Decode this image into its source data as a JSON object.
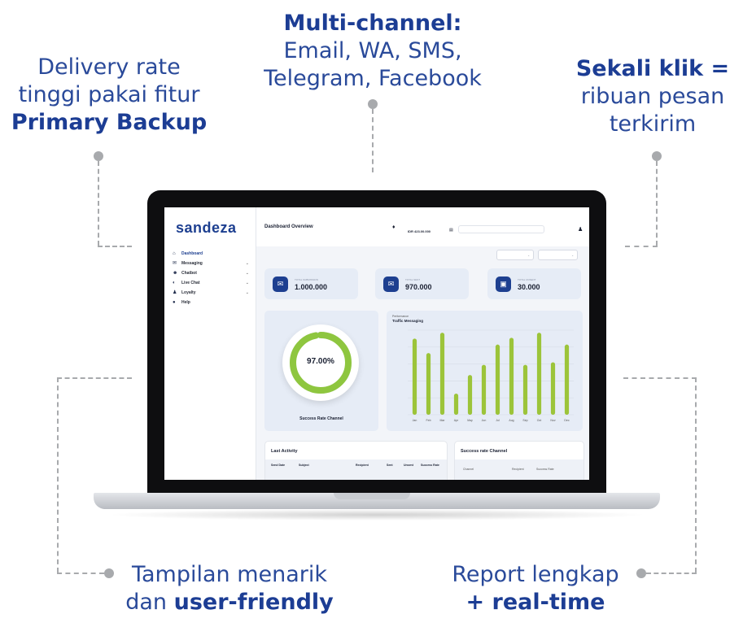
{
  "callouts": {
    "top_left": {
      "line1": "Delivery rate",
      "line2": "tinggi pakai fitur",
      "bold": "Primary Backup"
    },
    "top_center": {
      "bold": "Multi-channel:",
      "line1": "Email, WA, SMS,",
      "line2": "Telegram, Facebook"
    },
    "top_right": {
      "bold": "Sekali klik =",
      "line1": "ribuan pesan",
      "line2": "terkirim"
    },
    "bottom_left": {
      "line1": "Tampilan menarik",
      "prefix": "dan ",
      "bold": "user-friendly"
    },
    "bottom_right": {
      "line1": "Report lengkap",
      "bold": "+ real-time"
    }
  },
  "dashboard": {
    "logo": "sandeza",
    "nav": [
      {
        "label": "Dashboard",
        "icon": "home-icon",
        "glyph": "⌂",
        "has_chevron": false,
        "active": true
      },
      {
        "label": "Messaging",
        "icon": "envelope-icon",
        "glyph": "✉",
        "has_chevron": true,
        "active": false
      },
      {
        "label": "Chatbot",
        "icon": "bot-icon",
        "glyph": "☻",
        "has_chevron": true,
        "active": false
      },
      {
        "label": "Live Chat",
        "icon": "chat-icon",
        "glyph": "◐",
        "has_chevron": true,
        "active": false
      },
      {
        "label": "Loyalty",
        "icon": "user-icon",
        "glyph": "♟",
        "has_chevron": true,
        "active": false
      },
      {
        "label": "Help",
        "icon": "help-icon",
        "glyph": "●",
        "has_chevron": false,
        "active": false
      }
    ],
    "header": {
      "title": "Dashboard Overview",
      "credit": "IDR 423.00.000"
    },
    "cards": [
      {
        "label": "TOTAL SUBMISSION",
        "value": "1.000.000",
        "icon": "envelope-icon",
        "glyph": "✉"
      },
      {
        "label": "TOTAL SENT",
        "value": "970.000",
        "icon": "inbox-icon",
        "glyph": "✉"
      },
      {
        "label": "TOTAL UNSENT",
        "value": "30.000",
        "icon": "calendar-icon",
        "glyph": "▣"
      }
    ],
    "success_rate": {
      "value_text": "97.00%",
      "fraction": 0.97,
      "label": "Success Rate Channel"
    },
    "performance": {
      "label": "Performance",
      "title": "Traffic Messaging"
    },
    "last_activity": {
      "title": "Last Activity",
      "columns": [
        "Send Date",
        "Subject",
        "Recipient",
        "Sent",
        "Unsent",
        "Success Rate"
      ]
    },
    "channel_panel": {
      "title": "Success rate Channel",
      "columns": [
        "Channel",
        "Recipient",
        "Success Rate"
      ]
    },
    "colors": {
      "brand": "#1d3f90",
      "bar": "#9cc43a",
      "ring": "#8ec63f"
    }
  },
  "chart_data": {
    "type": "bar",
    "title": "Traffic Messaging",
    "categories": [
      "Jan",
      "Feb",
      "Mar",
      "Apr",
      "May",
      "Jun",
      "Jul",
      "Aug",
      "Sep",
      "Oct",
      "Nov",
      "Dec"
    ],
    "values": [
      0.9,
      0.73,
      0.97,
      0.25,
      0.47,
      0.59,
      0.83,
      0.91,
      0.59,
      0.97,
      0.62,
      0.83
    ],
    "ylim": [
      0,
      1
    ]
  }
}
